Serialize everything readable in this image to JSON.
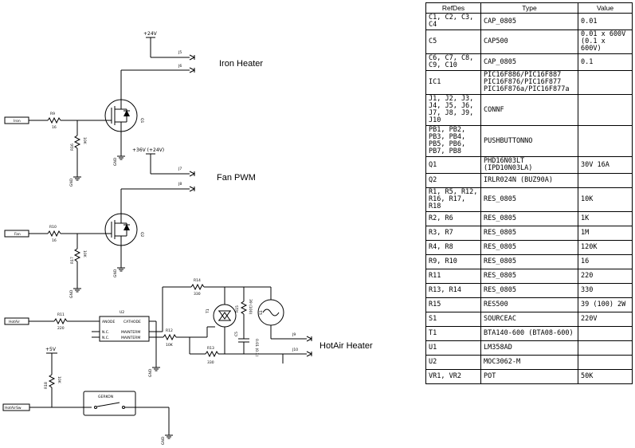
{
  "labels": {
    "iron_heater": "Iron Heater",
    "fan_pwm": "Fan PWM",
    "hotair_heater": "HotAir Heater"
  },
  "ports": {
    "iron": "Iron",
    "fan": "Fan",
    "hotair": "HotAir",
    "hotairsw": "HotAirSw"
  },
  "power": {
    "p24": "+24V",
    "p36": "+36V (+24V)",
    "p5": "+5V",
    "gnd": "GND"
  },
  "connectors": {
    "j5": "J5",
    "j6": "J6",
    "j7": "J7",
    "j8": "J8",
    "j9": "J9",
    "j10": "J10"
  },
  "transistors": {
    "q1": "Q1",
    "q2": "Q2"
  },
  "resistors": {
    "r9": "R9",
    "r9_val": "16",
    "r16": "R16",
    "r16_val": "10K",
    "r10": "R10",
    "r10_val": "16",
    "r17": "R17",
    "r17_val": "10K",
    "r11": "R11",
    "r11_val": "220",
    "r12": "R12",
    "r12_val": "10K",
    "r13": "R13",
    "r13_val": "330",
    "r14": "R14",
    "r14_val": "330",
    "r15": "R15",
    "r15_val": "39 (100)",
    "r18": "R18",
    "r18_val": "10K"
  },
  "parts": {
    "u2": "U2",
    "u2_anode": "ANODE",
    "u2_cathode": "CATHODE",
    "u2_nc": "N.C.",
    "u2_mainterm": "MAINTERM",
    "t1": "T1",
    "c5": "C5",
    "c5_val": "0.01 (0.1)",
    "s1": "S1",
    "gerkon": "GERKON"
  },
  "bom": {
    "headers": [
      "RefDes",
      "Type",
      "Value"
    ],
    "rows": [
      {
        "ref": "C1, C2, C3, C4",
        "type": "CAP_0805",
        "value": "0.01"
      },
      {
        "ref": "C5",
        "type": "CAP500",
        "value": "0.01 x 600V (0.1 x 600V)"
      },
      {
        "ref": "C6, C7, C8, C9, C10",
        "type": "CAP_0805",
        "value": "0.1"
      },
      {
        "ref": "IC1",
        "type": "PIC16F886/PIC16F887 PIC16F876/PIC16F877 PIC16F876a/PIC16F877a",
        "value": ""
      },
      {
        "ref": "J1, J2, J3, J4, J5, J6, J7, J8, J9, J10",
        "type": "CONNF",
        "value": ""
      },
      {
        "ref": "PB1, PB2, PB3, PB4, PB5, PB6, PB7, PB8",
        "type": "PUSHBUTTONNO",
        "value": ""
      },
      {
        "ref": "Q1",
        "type": "PHD16N03LT (IPD10N03LA)",
        "value": "30V 16A"
      },
      {
        "ref": "Q2",
        "type": "IRLR024N (BUZ90A)",
        "value": ""
      },
      {
        "ref": "R1, R5, R12, R16, R17, R18",
        "type": "RES_0805",
        "value": "10K"
      },
      {
        "ref": "R2, R6",
        "type": "RES_0805",
        "value": "1K"
      },
      {
        "ref": "R3, R7",
        "type": "RES_0805",
        "value": "1M"
      },
      {
        "ref": "R4, R8",
        "type": "RES_0805",
        "value": "120K"
      },
      {
        "ref": "R9, R10",
        "type": "RES_0805",
        "value": "16"
      },
      {
        "ref": "R11",
        "type": "RES_0805",
        "value": "220"
      },
      {
        "ref": "R13, R14",
        "type": "RES_0805",
        "value": "330"
      },
      {
        "ref": "R15",
        "type": "RES500",
        "value": "39 (100) 2W"
      },
      {
        "ref": "S1",
        "type": "SOURCEAC",
        "value": "220V"
      },
      {
        "ref": "T1",
        "type": "BTA140-600 (BTA08-600)",
        "value": ""
      },
      {
        "ref": "U1",
        "type": "LM358AD",
        "value": ""
      },
      {
        "ref": "U2",
        "type": "MOC3062-M",
        "value": ""
      },
      {
        "ref": "VR1, VR2",
        "type": "POT",
        "value": "50K"
      }
    ]
  }
}
